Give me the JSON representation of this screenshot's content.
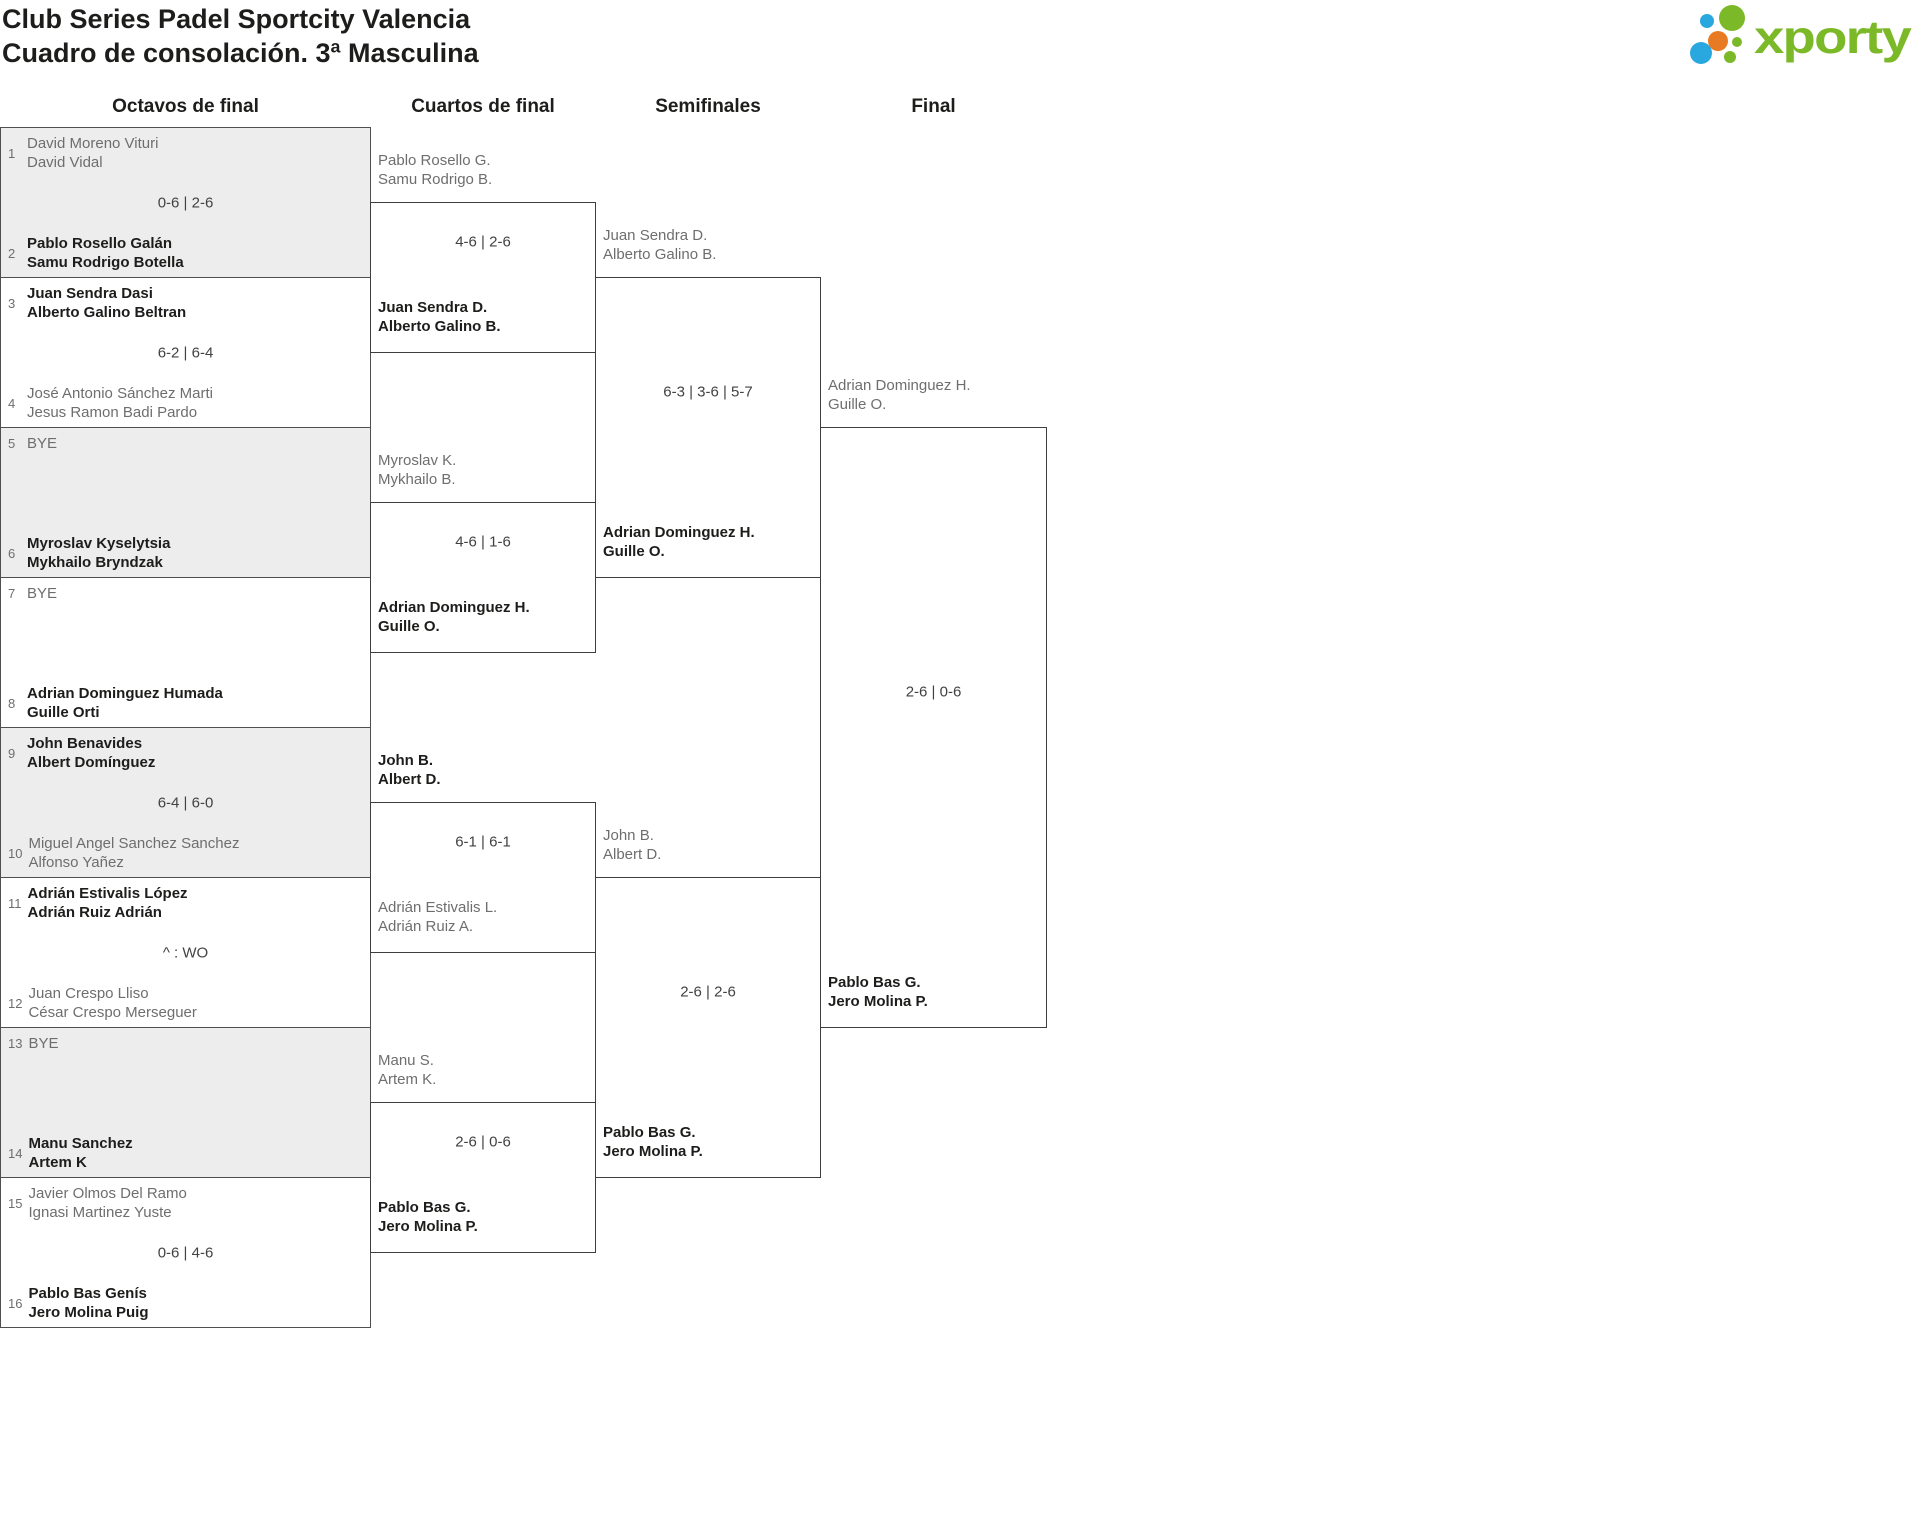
{
  "header": {
    "title_line1": "Club Series Padel Sportcity Valencia",
    "title_line2": "Cuadro de consolación. 3ª Masculina",
    "logo_text": "xporty"
  },
  "colors": {
    "logo_green": "#7cb928",
    "logo_blue": "#29a8e0",
    "logo_orange": "#e87a23",
    "shaded_box": "#ededee",
    "box_border": "#3e3e3e",
    "muted_text": "#6e6e6e",
    "winner_text": "#1d1d1b",
    "score_text": "#424242"
  },
  "rounds": [
    "Octavos de final",
    "Cuartos de final",
    "Semifinales",
    "Final"
  ],
  "bracket": {
    "octavos": [
      {
        "top": {
          "seed": "1",
          "lines": [
            "David Moreno Vituri",
            "David Vidal"
          ],
          "winner": false
        },
        "score": "0-6 | 2-6",
        "bottom": {
          "seed": "2",
          "lines": [
            "Pablo Rosello Galán",
            "Samu Rodrigo Botella"
          ],
          "winner": true
        }
      },
      {
        "top": {
          "seed": "3",
          "lines": [
            "Juan Sendra Dasi",
            "Alberto Galino Beltran"
          ],
          "winner": true
        },
        "score": "6-2 | 6-4",
        "bottom": {
          "seed": "4",
          "lines": [
            "José Antonio Sánchez Marti",
            "Jesus Ramon Badi Pardo"
          ],
          "winner": false
        }
      },
      {
        "top": {
          "seed": "5",
          "lines": [
            "BYE"
          ],
          "winner": false
        },
        "bottom": {
          "seed": "6",
          "lines": [
            "Myroslav Kyselytsia",
            "Mykhailo Bryndzak"
          ],
          "winner": true
        }
      },
      {
        "top": {
          "seed": "7",
          "lines": [
            "BYE"
          ],
          "winner": false
        },
        "bottom": {
          "seed": "8",
          "lines": [
            "Adrian Dominguez Humada",
            "Guille Orti"
          ],
          "winner": true
        }
      },
      {
        "top": {
          "seed": "9",
          "lines": [
            "John Benavides",
            "Albert Domínguez"
          ],
          "winner": true
        },
        "score": "6-4 | 6-0",
        "bottom": {
          "seed": "10",
          "lines": [
            "Miguel Angel Sanchez Sanchez",
            "Alfonso Yañez"
          ],
          "winner": false
        }
      },
      {
        "top": {
          "seed": "11",
          "lines": [
            "Adrián Estivalis López",
            "Adrián Ruiz Adrián"
          ],
          "winner": true
        },
        "score": "^ : WO",
        "bottom": {
          "seed": "12",
          "lines": [
            "Juan Crespo Lliso",
            "César Crespo Merseguer"
          ],
          "winner": false
        }
      },
      {
        "top": {
          "seed": "13",
          "lines": [
            "BYE"
          ],
          "winner": false
        },
        "bottom": {
          "seed": "14",
          "lines": [
            "Manu Sanchez",
            "Artem K"
          ],
          "winner": true
        }
      },
      {
        "top": {
          "seed": "15",
          "lines": [
            "Javier Olmos Del Ramo",
            "Ignasi Martinez Yuste"
          ],
          "winner": false
        },
        "score": "0-6 | 4-6",
        "bottom": {
          "seed": "16",
          "lines": [
            "Pablo Bas Genís",
            "Jero Molina Puig"
          ],
          "winner": true
        }
      }
    ],
    "cuartos": [
      {
        "top": {
          "lines": [
            "Pablo Rosello G.",
            "Samu Rodrigo B."
          ],
          "winner": false
        },
        "score": "4-6 | 2-6",
        "bottom": {
          "lines": [
            "Juan Sendra D.",
            "Alberto Galino B."
          ],
          "winner": true
        }
      },
      {
        "top": {
          "lines": [
            "Myroslav K.",
            "Mykhailo B."
          ],
          "winner": false
        },
        "score": "4-6 | 1-6",
        "bottom": {
          "lines": [
            "Adrian Dominguez H.",
            "Guille O."
          ],
          "winner": true
        }
      },
      {
        "top": {
          "lines": [
            "John B.",
            "Albert D."
          ],
          "winner": true
        },
        "score": "6-1 | 6-1",
        "bottom": {
          "lines": [
            "Adrián Estivalis L.",
            "Adrián Ruiz A."
          ],
          "winner": false
        }
      },
      {
        "top": {
          "lines": [
            "Manu S.",
            "Artem K."
          ],
          "winner": false
        },
        "score": "2-6 | 0-6",
        "bottom": {
          "lines": [
            "Pablo Bas G.",
            "Jero Molina P."
          ],
          "winner": true
        }
      }
    ],
    "semifinales": [
      {
        "top": {
          "lines": [
            "Juan Sendra D.",
            "Alberto Galino B."
          ],
          "winner": false
        },
        "score": "6-3 | 3-6 | 5-7",
        "bottom": {
          "lines": [
            "Adrian Dominguez H.",
            "Guille O."
          ],
          "winner": true
        }
      },
      {
        "top": {
          "lines": [
            "John B.",
            "Albert D."
          ],
          "winner": false
        },
        "score": "2-6 | 2-6",
        "bottom": {
          "lines": [
            "Pablo Bas G.",
            "Jero Molina P."
          ],
          "winner": true
        }
      }
    ],
    "final": {
      "top": {
        "lines": [
          "Adrian Dominguez H.",
          "Guille O."
        ],
        "winner": false
      },
      "score": "2-6 | 0-6",
      "bottom": {
        "lines": [
          "Pablo Bas G.",
          "Jero Molina P."
        ],
        "winner": true
      }
    }
  }
}
